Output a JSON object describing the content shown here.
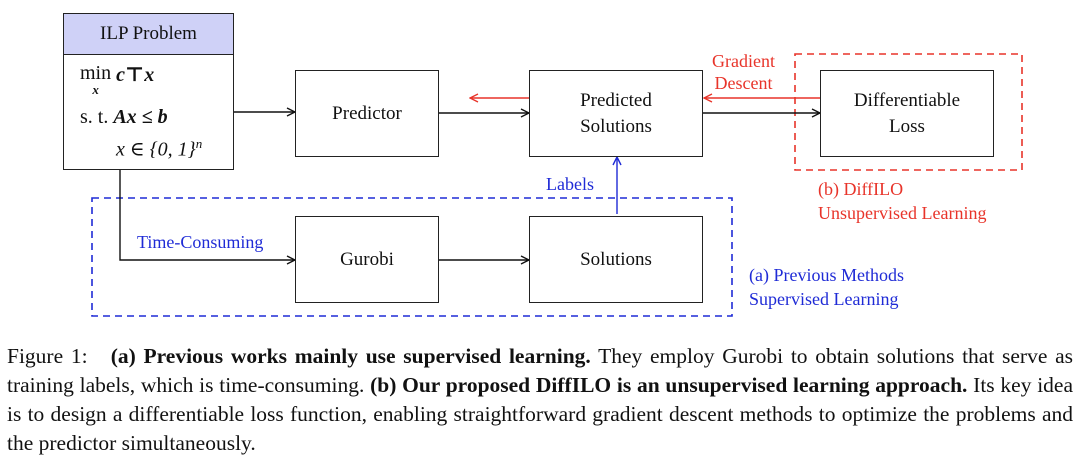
{
  "ilp": {
    "header": "ILP Problem",
    "min_word": "min",
    "min_sub": "x",
    "objective": "c⊤x",
    "st_word": "s. t.",
    "constraint": "Ax ≤ b",
    "domain": "x ∈ {0, 1}",
    "domain_sup": "n"
  },
  "boxes": {
    "predictor": "Predictor",
    "predicted_line1": "Predicted",
    "predicted_line2": "Solutions",
    "loss_line1": "Differentiable",
    "loss_line2": "Loss",
    "gurobi": "Gurobi",
    "solutions": "Solutions"
  },
  "labels": {
    "gradient_line1": "Gradient",
    "gradient_line2": "Descent",
    "labels": "Labels",
    "time_consuming": "Time-Consuming",
    "b_line1": "(b) DiffILO",
    "b_line2": "Unsupervised Learning",
    "a_line1": "(a) Previous Methods",
    "a_line2": "Supervised Learning"
  },
  "colors": {
    "red": "#e8342a",
    "blue": "#1f2bd6",
    "ilp_header_fill": "#cfd1f7"
  },
  "caption": {
    "prefix": "Figure 1:",
    "bold_a": "(a) Previous works mainly use supervised learning.",
    "text_1": " They employ Gurobi to obtain solutions that serve as training labels, which is time-consuming. ",
    "bold_b": "(b) Our proposed DiffILO is an unsupervised learning approach.",
    "text_2": " Its key idea is to design a differentiable loss function, enabling straightforward gradient descent methods to optimize the problems and the predictor simultaneously."
  }
}
